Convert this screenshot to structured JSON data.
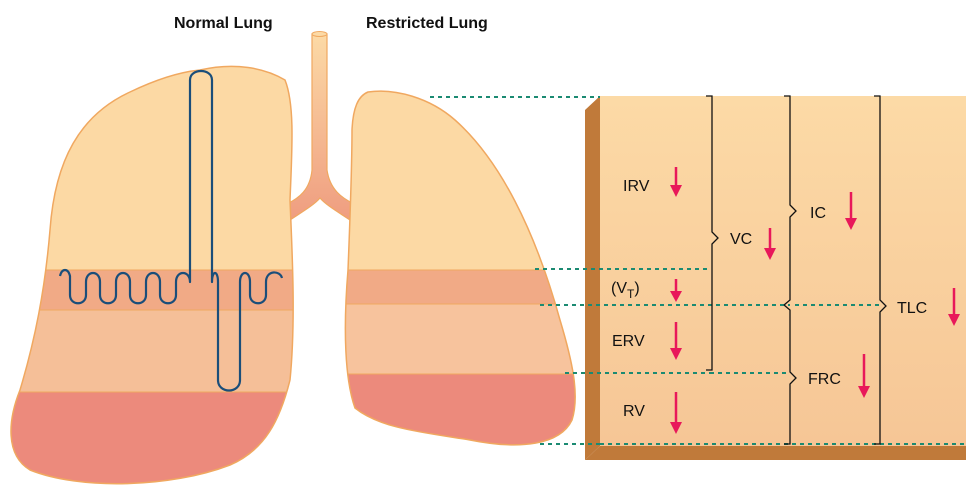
{
  "titles": {
    "normal": "Normal Lung",
    "restricted": "Restricted Lung"
  },
  "volumes": {
    "irv": "IRV",
    "vt_open": "(V",
    "vt_sub": "T",
    "vt_close": ")",
    "erv": "ERV",
    "rv": "RV"
  },
  "capacities": {
    "vc": "VC",
    "ic": "IC",
    "tlc": "TLC",
    "frc": "FRC"
  },
  "colors": {
    "lung_light": "#fcd9a4",
    "lung_mid": "#f5b98e",
    "lung_band": "#f0a583",
    "lung_dark": "#ec8a7c",
    "outline": "#f0a860",
    "trace": "#1a4e7a",
    "arrow": "#e8185a",
    "dotted": "#1b8a72",
    "box_face": "#fcd9a4",
    "box_side": "#c07a3a"
  },
  "icons": {
    "decrease": "down-arrow-icon"
  }
}
